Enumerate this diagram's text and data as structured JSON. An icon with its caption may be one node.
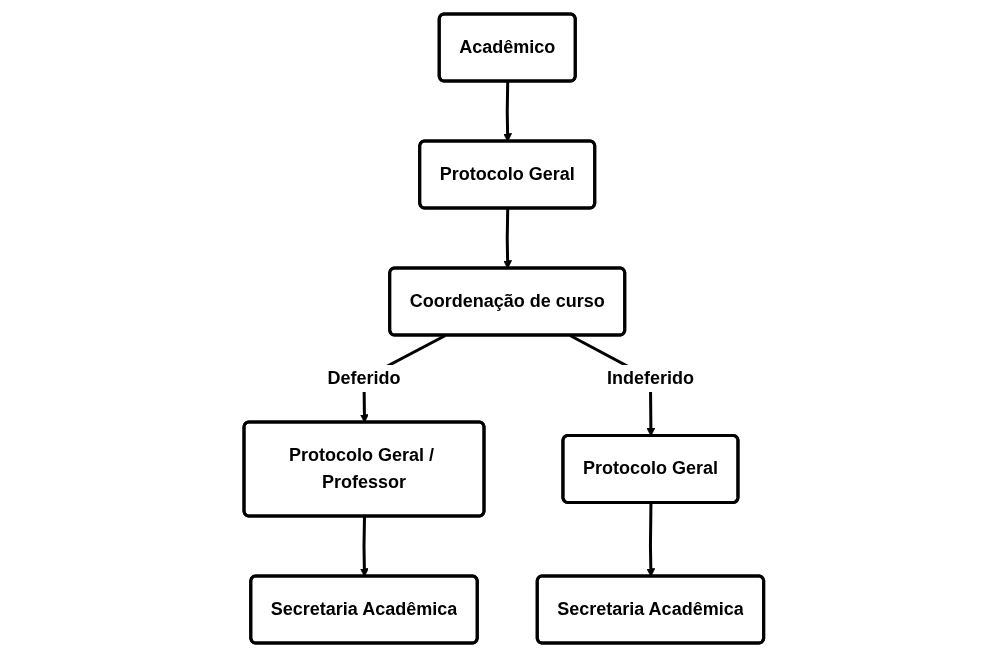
{
  "diagram": {
    "nodes": [
      {
        "text": [
          "Acadêmico"
        ]
      },
      {
        "text": [
          "Protocolo Geral"
        ]
      },
      {
        "text": [
          "Coordenação de curso"
        ]
      },
      {
        "text": [
          "Protocolo Geral / Professor"
        ]
      },
      {
        "text": [
          "Secretaria Acadêmica"
        ]
      },
      {
        "text": [
          "Protocolo Geral"
        ]
      },
      {
        "text": [
          "Secretaria Acadêmica"
        ]
      }
    ],
    "edges": [
      {
        "from": 0,
        "to": 1,
        "arrow": "to"
      },
      {
        "from": 1,
        "to": 2,
        "arrow": "to"
      },
      {
        "from": 2,
        "to": 3,
        "arrow": "to",
        "label": "Deferido"
      },
      {
        "from": 2,
        "to": 5,
        "arrow": "to",
        "label": "Indeferido"
      },
      {
        "from": 3,
        "to": 4,
        "arrow": "to"
      },
      {
        "from": 5,
        "to": 6,
        "arrow": "to"
      }
    ]
  }
}
